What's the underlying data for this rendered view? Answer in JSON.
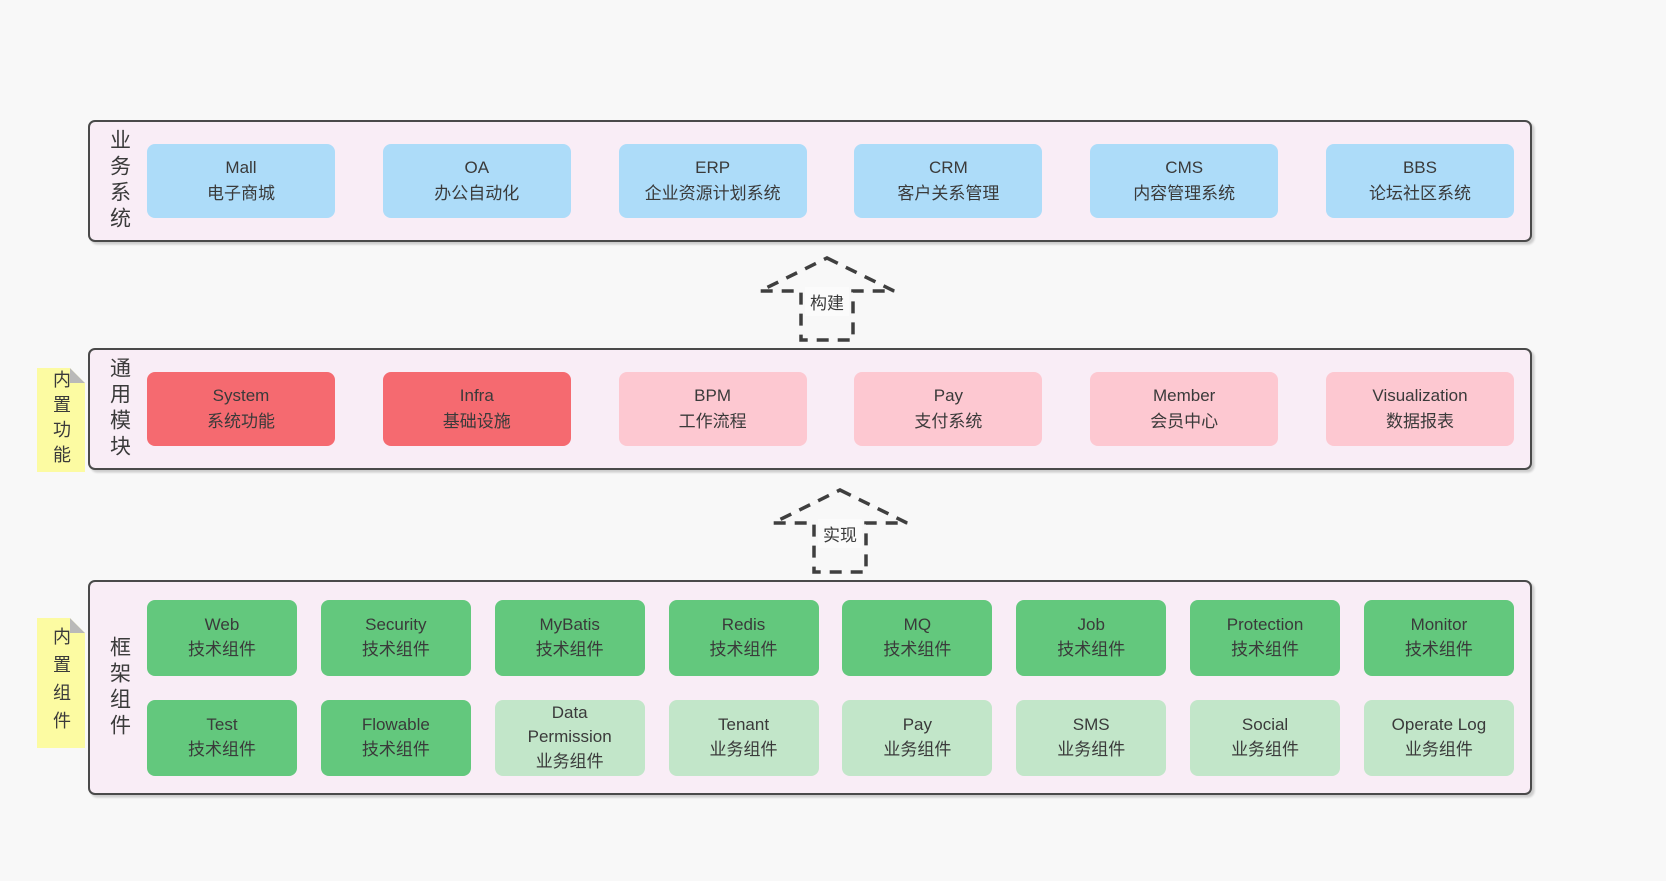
{
  "colors": {
    "page_bg": "#f8f8f8",
    "layer_bg": "#f9edf6",
    "blue": "#addcf9",
    "red": "#f56a70",
    "pink": "#fdc8d1",
    "green": "#63c87d",
    "light_green": "#c2e6c9",
    "sticky_bg": "#fcfba2",
    "sticky_fold": "#b9b9b9",
    "text": "#3a3a3a"
  },
  "arrows": [
    {
      "label": "构建"
    },
    {
      "label": "实现"
    }
  ],
  "layers": [
    {
      "id": "business-systems",
      "label": "业务系统",
      "sticky": null,
      "rows": [
        [
          {
            "title": "Mall",
            "subtitle": "电子商城",
            "variant": "blue"
          },
          {
            "title": "OA",
            "subtitle": "办公自动化",
            "variant": "blue"
          },
          {
            "title": "ERP",
            "subtitle": "企业资源计划系统",
            "variant": "blue"
          },
          {
            "title": "CRM",
            "subtitle": "客户关系管理",
            "variant": "blue"
          },
          {
            "title": "CMS",
            "subtitle": "内容管理系统",
            "variant": "blue"
          },
          {
            "title": "BBS",
            "subtitle": "论坛社区系统",
            "variant": "blue"
          }
        ]
      ]
    },
    {
      "id": "common-modules",
      "label": "通用模块",
      "sticky": "内置功能",
      "rows": [
        [
          {
            "title": "System",
            "subtitle": "系统功能",
            "variant": "red"
          },
          {
            "title": "Infra",
            "subtitle": "基础设施",
            "variant": "red"
          },
          {
            "title": "BPM",
            "subtitle": "工作流程",
            "variant": "pink"
          },
          {
            "title": "Pay",
            "subtitle": "支付系统",
            "variant": "pink"
          },
          {
            "title": "Member",
            "subtitle": "会员中心",
            "variant": "pink"
          },
          {
            "title": "Visualization",
            "subtitle": "数据报表",
            "variant": "pink"
          }
        ]
      ]
    },
    {
      "id": "framework-components",
      "label": "框架组件",
      "sticky": "内置组件",
      "rows": [
        [
          {
            "title": "Web",
            "subtitle": "技术组件",
            "variant": "green"
          },
          {
            "title": "Security",
            "subtitle": "技术组件",
            "variant": "green"
          },
          {
            "title": "MyBatis",
            "subtitle": "技术组件",
            "variant": "green"
          },
          {
            "title": "Redis",
            "subtitle": "技术组件",
            "variant": "green"
          },
          {
            "title": "MQ",
            "subtitle": "技术组件",
            "variant": "green"
          },
          {
            "title": "Job",
            "subtitle": "技术组件",
            "variant": "green"
          },
          {
            "title": "Protection",
            "subtitle": "技术组件",
            "variant": "green"
          },
          {
            "title": "Monitor",
            "subtitle": "技术组件",
            "variant": "green"
          }
        ],
        [
          {
            "title": "Test",
            "subtitle": "技术组件",
            "variant": "green"
          },
          {
            "title": "Flowable",
            "subtitle": "技术组件",
            "variant": "green"
          },
          {
            "title": "Data Permission",
            "subtitle": "业务组件",
            "variant": "lightgreen"
          },
          {
            "title": "Tenant",
            "subtitle": "业务组件",
            "variant": "lightgreen"
          },
          {
            "title": "Pay",
            "subtitle": "业务组件",
            "variant": "lightgreen"
          },
          {
            "title": "SMS",
            "subtitle": "业务组件",
            "variant": "lightgreen"
          },
          {
            "title": "Social",
            "subtitle": "业务组件",
            "variant": "lightgreen"
          },
          {
            "title": "Operate Log",
            "subtitle": "业务组件",
            "variant": "lightgreen"
          }
        ]
      ]
    }
  ]
}
